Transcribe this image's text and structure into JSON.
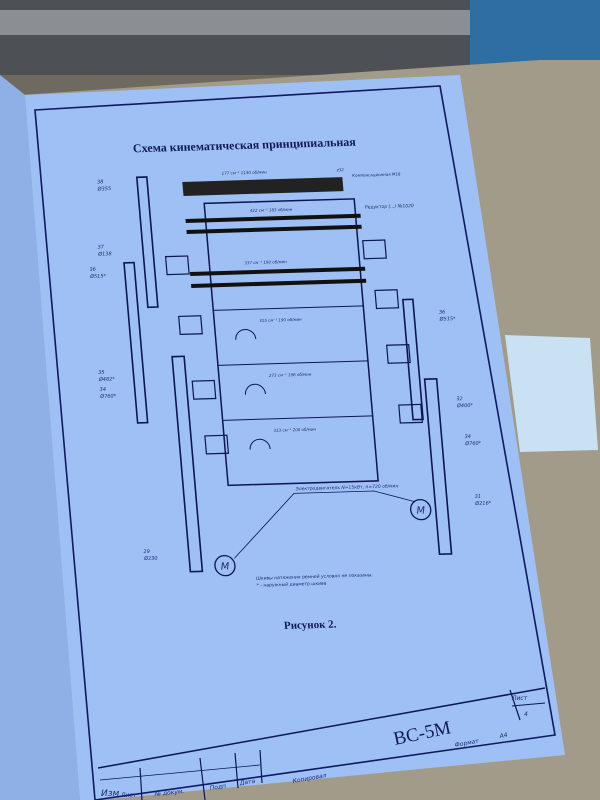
{
  "document": {
    "title": "Схема кинематическая принципиальная",
    "figure_caption": "Рисунок 2.",
    "note_line1": "Шкивы натяжения ремней условно не показаны,",
    "note_line2": "* - наружный диаметр шкива",
    "motor_label": "Электродвигатель N=15кВт, n=720 об/мин",
    "motor_symbol": "M",
    "top_labels": {
      "top_speed": "177 см⁻¹ 1130 об/мин",
      "coupling": "Компенсационная М18",
      "reducer": "Редуктор (...) №1020",
      "z": "z32"
    },
    "speeds": [
      "422 см⁻¹ 183 об/мин",
      "337 см⁻¹ 190 об/мин",
      "315 см⁻¹ 190 об/мин",
      "273 см⁻¹ 196 об/мин",
      "313 см⁻¹ 200 об/мин"
    ],
    "left_pulleys": [
      {
        "num": "38",
        "dia": "Ø355"
      },
      {
        "num": "37",
        "dia": "Ø138"
      },
      {
        "num": "36",
        "dia": "Ø515*"
      },
      {
        "num": "35",
        "dia": "Ø482*"
      },
      {
        "num": "34",
        "dia": "Ø760*"
      },
      {
        "num": "29",
        "dia": "Ø230"
      }
    ],
    "right_pulleys": [
      {
        "num": "36",
        "dia": "Ø515*"
      },
      {
        "num": "32",
        "dia": "Ø400*"
      },
      {
        "num": "34",
        "dia": "Ø760*"
      },
      {
        "num": "31",
        "dia": "Ø216*"
      }
    ],
    "title_block": {
      "designation": "ВС-5М",
      "sheet_label": "Лист",
      "sheet_number": "4",
      "format_label": "Формат",
      "format_value": "А4",
      "copied_label": "Копировал",
      "col_izm": "Изм",
      "col_list": "Лист",
      "col_doc": "№ докум.",
      "col_sign": "Подп",
      "col_date": "Дата"
    }
  }
}
